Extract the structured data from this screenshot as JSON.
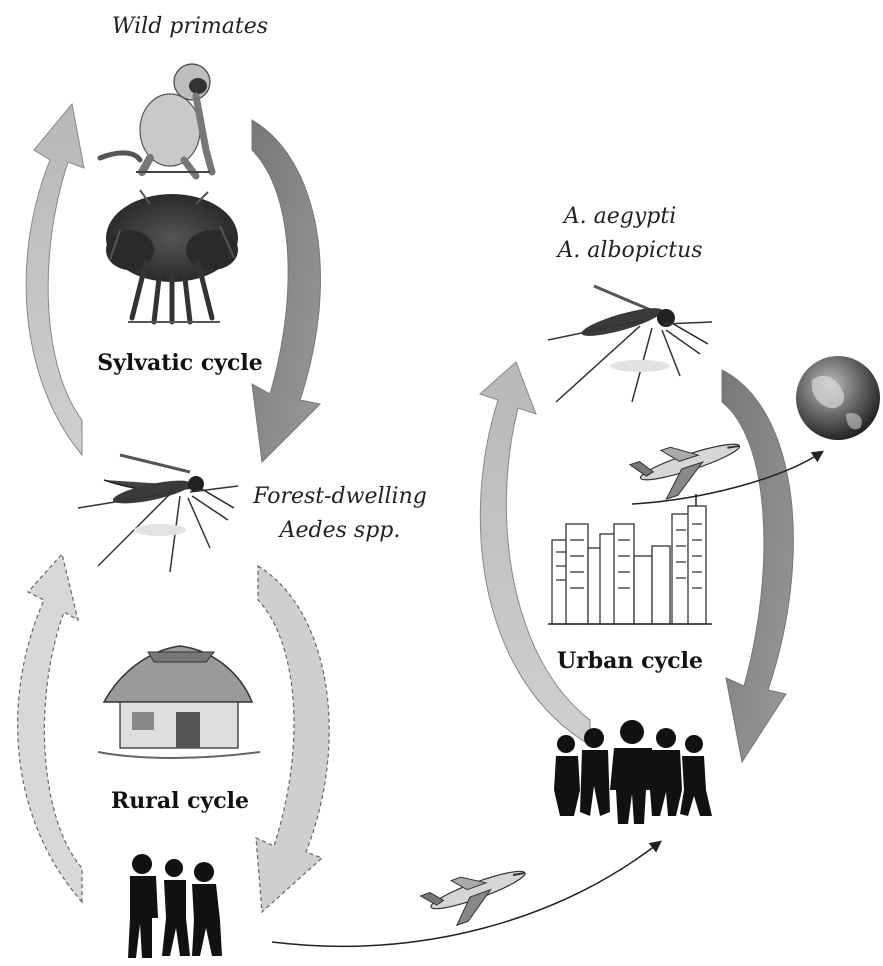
{
  "labels": {
    "wild_primates": "Wild primates",
    "sylvatic_cycle": "Sylvatic cycle",
    "forest_line1": "Forest-dwelling",
    "forest_line2": "Aedes spp.",
    "aegypti": "A. aegypti",
    "albopictus": "A. albopictus",
    "urban_cycle": "Urban cycle",
    "rural_cycle": "Rural cycle"
  },
  "icons": {
    "monkey": "monkey-icon",
    "tree": "tree-icon",
    "forest_mosquito": "mosquito-icon",
    "urban_mosquito": "mosquito-icon",
    "hut": "hut-icon",
    "city": "city-skyline-icon",
    "globe": "globe-icon",
    "airplane": "airplane-icon",
    "rural_people": "people-silhouette-icon",
    "urban_people": "people-silhouette-icon"
  },
  "colors": {
    "arrow_dark": "#8a8a8a",
    "arrow_light": "#c4c4c4",
    "arrow_dashed_fill": "#dcdcdc",
    "silhouette": "#111111"
  }
}
